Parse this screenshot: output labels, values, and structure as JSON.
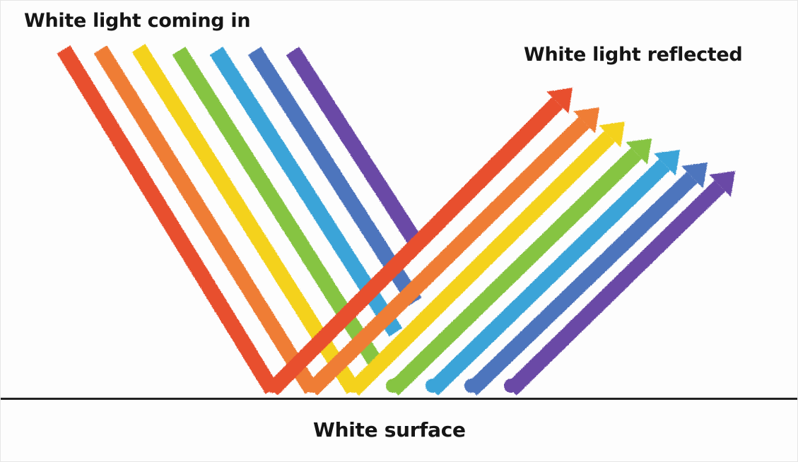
{
  "labels": {
    "incoming": "White light coming in",
    "reflected": "White light reflected",
    "surface": "White surface"
  },
  "colors": {
    "background": "#fdfdfd",
    "text": "#151515",
    "surface_line": "#222222"
  },
  "rays": [
    {
      "color": "#e8502f",
      "name": "red"
    },
    {
      "color": "#ef7d35",
      "name": "orange"
    },
    {
      "color": "#f4d21e",
      "name": "yellow"
    },
    {
      "color": "#86c443",
      "name": "green"
    },
    {
      "color": "#3aa4d8",
      "name": "light-blue"
    },
    {
      "color": "#4d74bd",
      "name": "blue"
    },
    {
      "color": "#6a4aa6",
      "name": "violet"
    }
  ]
}
